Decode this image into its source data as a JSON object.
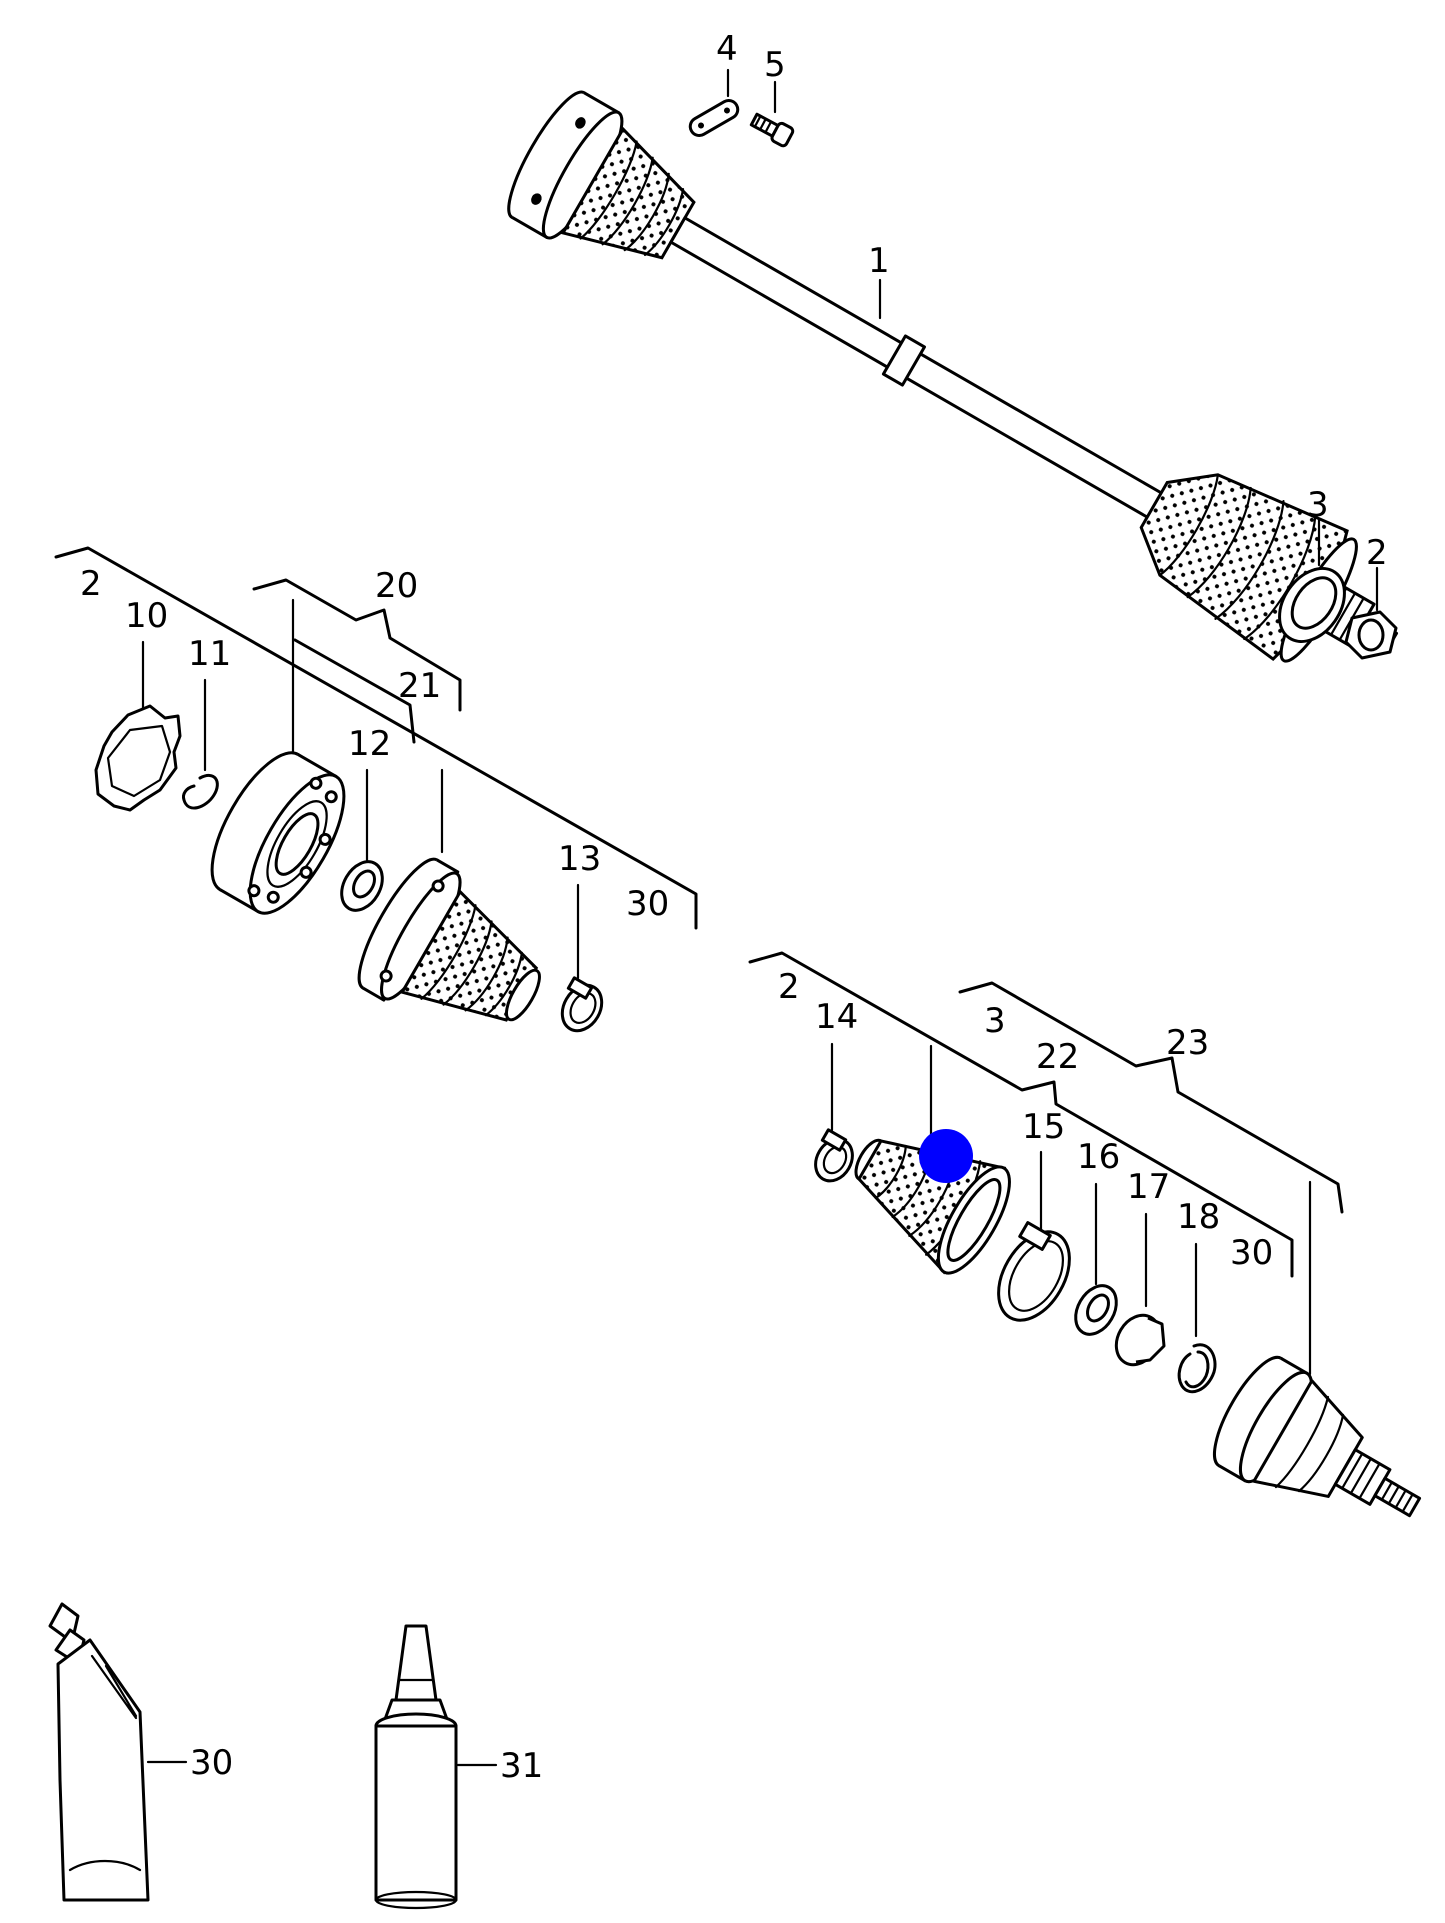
{
  "labels": {
    "l1": "1",
    "l2_top": "2",
    "l3_top": "3",
    "l4": "4",
    "l5": "5",
    "l2_a": "2",
    "l10": "10",
    "l11": "11",
    "l20": "20",
    "l21": "21",
    "l12": "12",
    "l13": "13",
    "l30_a": "30",
    "l2_b": "2",
    "l14": "14",
    "l3_b": "3",
    "l22": "22",
    "l23": "23",
    "l15": "15",
    "l16": "16",
    "l17": "17",
    "l18": "18",
    "l30_b": "30",
    "l30_c": "30",
    "l31": "31"
  },
  "marker": {
    "color": "#0000ff"
  }
}
